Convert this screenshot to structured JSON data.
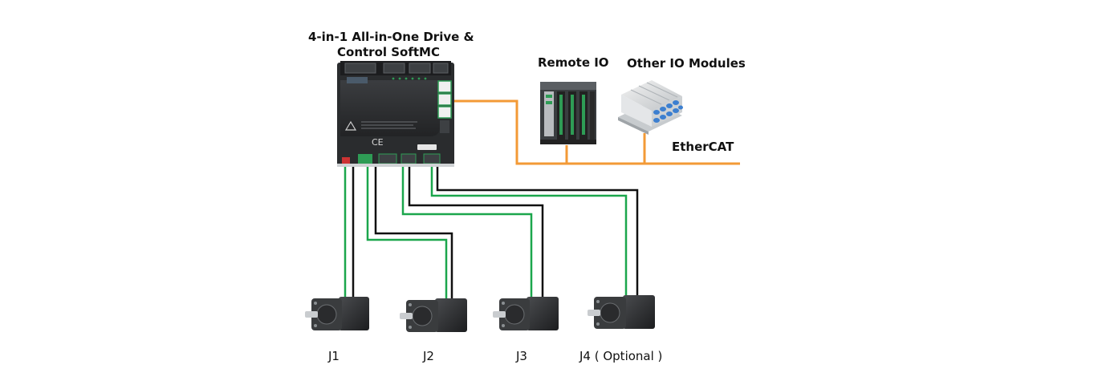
{
  "title": {
    "line1": "4-in-1 All-in-One Drive &",
    "line2": "Control SoftMC"
  },
  "labels": {
    "remote_io": "Remote IO",
    "other_io": "Other IO Modules",
    "ethercat": "EtherCAT"
  },
  "motors": [
    {
      "label": "J1"
    },
    {
      "label": "J2"
    },
    {
      "label": "J3"
    },
    {
      "label": "J4 ( Optional )"
    }
  ],
  "colors": {
    "ethercat_line": "#F39A36",
    "green_wire": "#1BA64C",
    "black_wire": "#111111",
    "drive_body": "#2A2C2E",
    "io_green": "#2E9C55"
  }
}
